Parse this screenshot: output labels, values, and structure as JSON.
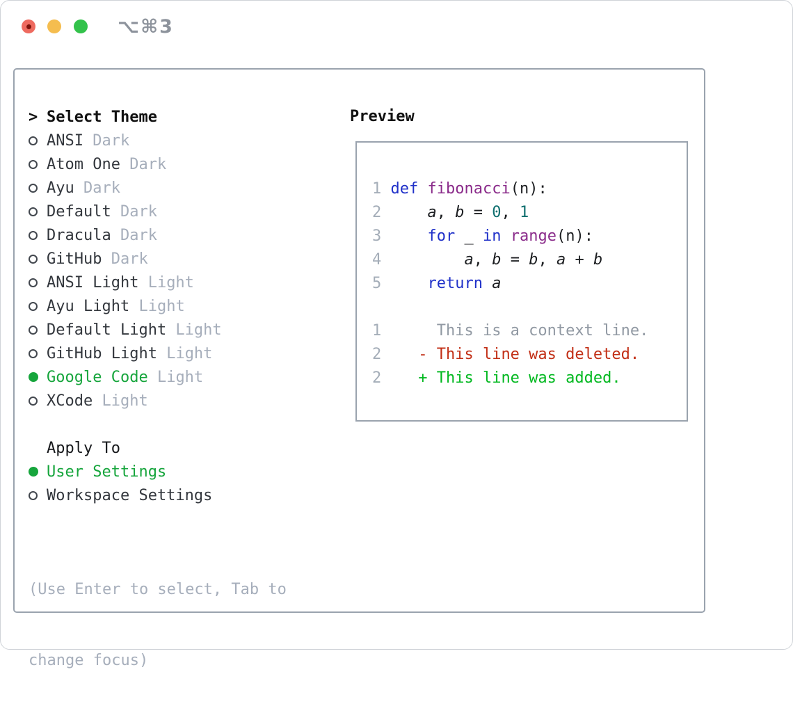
{
  "titlebar": {
    "title": "⌥⌘3",
    "buttons": [
      "close",
      "minimize",
      "zoom"
    ]
  },
  "theme_list": {
    "cursor": ">",
    "header": "Select Theme",
    "items": [
      {
        "name": "ANSI",
        "variant": "Dark",
        "selected": false
      },
      {
        "name": "Atom One",
        "variant": "Dark",
        "selected": false
      },
      {
        "name": "Ayu",
        "variant": "Dark",
        "selected": false
      },
      {
        "name": "Default",
        "variant": "Dark",
        "selected": false
      },
      {
        "name": "Dracula",
        "variant": "Dark",
        "selected": false
      },
      {
        "name": "GitHub",
        "variant": "Dark",
        "selected": false
      },
      {
        "name": "ANSI Light",
        "variant": "Light",
        "selected": false
      },
      {
        "name": "Ayu Light",
        "variant": "Light",
        "selected": false
      },
      {
        "name": "Default Light",
        "variant": "Light",
        "selected": false
      },
      {
        "name": "GitHub Light",
        "variant": "Light",
        "selected": false
      },
      {
        "name": "Google Code",
        "variant": "Light",
        "selected": true
      },
      {
        "name": "XCode",
        "variant": "Light",
        "selected": false
      }
    ]
  },
  "apply_to": {
    "header": "Apply To",
    "options": [
      {
        "label": "User Settings",
        "selected": true
      },
      {
        "label": "Workspace Settings",
        "selected": false
      }
    ]
  },
  "footer": {
    "line1": "(Use Enter to select, Tab to",
    "line2": "change focus)"
  },
  "preview": {
    "header": "Preview",
    "lines": [
      {
        "segs": []
      },
      {
        "segs": [
          [
            "num",
            "1"
          ],
          [
            "pln",
            " "
          ],
          [
            "kw",
            "def"
          ],
          [
            "pln",
            " "
          ],
          [
            "fn",
            "fibonacci"
          ],
          [
            "pln",
            "(n):"
          ]
        ]
      },
      {
        "segs": [
          [
            "num",
            "2"
          ],
          [
            "pln",
            "     "
          ],
          [
            "var",
            "a"
          ],
          [
            "pln",
            ", "
          ],
          [
            "var",
            "b"
          ],
          [
            "pln",
            " = "
          ],
          [
            "lit",
            "0"
          ],
          [
            "pln",
            ", "
          ],
          [
            "lit",
            "1"
          ]
        ]
      },
      {
        "segs": [
          [
            "num",
            "3"
          ],
          [
            "pln",
            "     "
          ],
          [
            "kw",
            "for"
          ],
          [
            "pln",
            " _ "
          ],
          [
            "kw",
            "in"
          ],
          [
            "pln",
            " "
          ],
          [
            "fn",
            "range"
          ],
          [
            "pln",
            "(n):"
          ]
        ]
      },
      {
        "segs": [
          [
            "num",
            "4"
          ],
          [
            "pln",
            "         "
          ],
          [
            "var",
            "a"
          ],
          [
            "pln",
            ", "
          ],
          [
            "var",
            "b"
          ],
          [
            "pln",
            " = "
          ],
          [
            "var",
            "b"
          ],
          [
            "pln",
            ", "
          ],
          [
            "var",
            "a"
          ],
          [
            "pln",
            " + "
          ],
          [
            "var",
            "b"
          ]
        ]
      },
      {
        "segs": [
          [
            "num",
            "5"
          ],
          [
            "pln",
            "     "
          ],
          [
            "kw",
            "return"
          ],
          [
            "pln",
            " "
          ],
          [
            "var",
            "a"
          ]
        ]
      },
      {
        "segs": []
      },
      {
        "segs": [
          [
            "num",
            "1"
          ],
          [
            "ctx",
            "      This is a context line."
          ]
        ]
      },
      {
        "segs": [
          [
            "num",
            "2"
          ],
          [
            "pln",
            "    "
          ],
          [
            "del",
            "- This line was deleted."
          ]
        ]
      },
      {
        "segs": [
          [
            "num",
            "2"
          ],
          [
            "pln",
            "    "
          ],
          [
            "add",
            "+ This line was added."
          ]
        ]
      },
      {
        "segs": []
      }
    ]
  },
  "colors": {
    "accent": "#16a53c",
    "kw": "#2031c9",
    "fn": "#8a2b8a",
    "lit": "#0d6e6e",
    "del": "#c22f16",
    "add": "#00b81f",
    "muted": "#a6aebb",
    "lnum": "#a4adb8",
    "ctx": "#9199a3",
    "border": "#9aa3ae",
    "textdark": "#33373d",
    "headerblack": "#111111",
    "tbgray": "#8d939c",
    "tred": "#ee6a5f",
    "tyellow": "#f5bd4f",
    "tgreen": "#33c24b"
  }
}
